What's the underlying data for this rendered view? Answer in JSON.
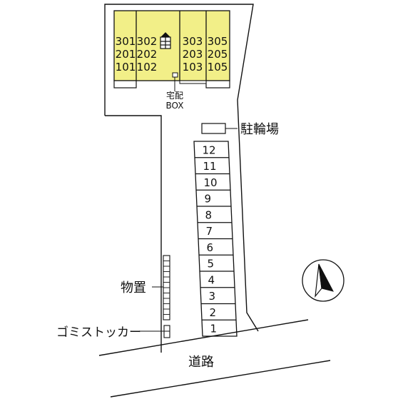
{
  "colors": {
    "building_fill": "#f2ef88",
    "line": "#111111",
    "background": "#ffffff"
  },
  "building": {
    "columns": [
      [
        "301",
        "201",
        "101"
      ],
      [
        "302",
        "202",
        "102"
      ],
      [
        "303",
        "203",
        "103"
      ],
      [
        "305",
        "205",
        "105"
      ]
    ]
  },
  "labels": {
    "delivery_box_line1": "宅配",
    "delivery_box_line2": "BOX",
    "bicycle_parking": "駐輪場",
    "storage": "物置",
    "garbage_locker": "ゴミストッカー",
    "road": "道路"
  },
  "parking": {
    "spaces": [
      "1",
      "2",
      "3",
      "4",
      "5",
      "6",
      "7",
      "8",
      "9",
      "10",
      "11",
      "12"
    ]
  },
  "compass": {
    "icon": "north-arrow-icon"
  }
}
